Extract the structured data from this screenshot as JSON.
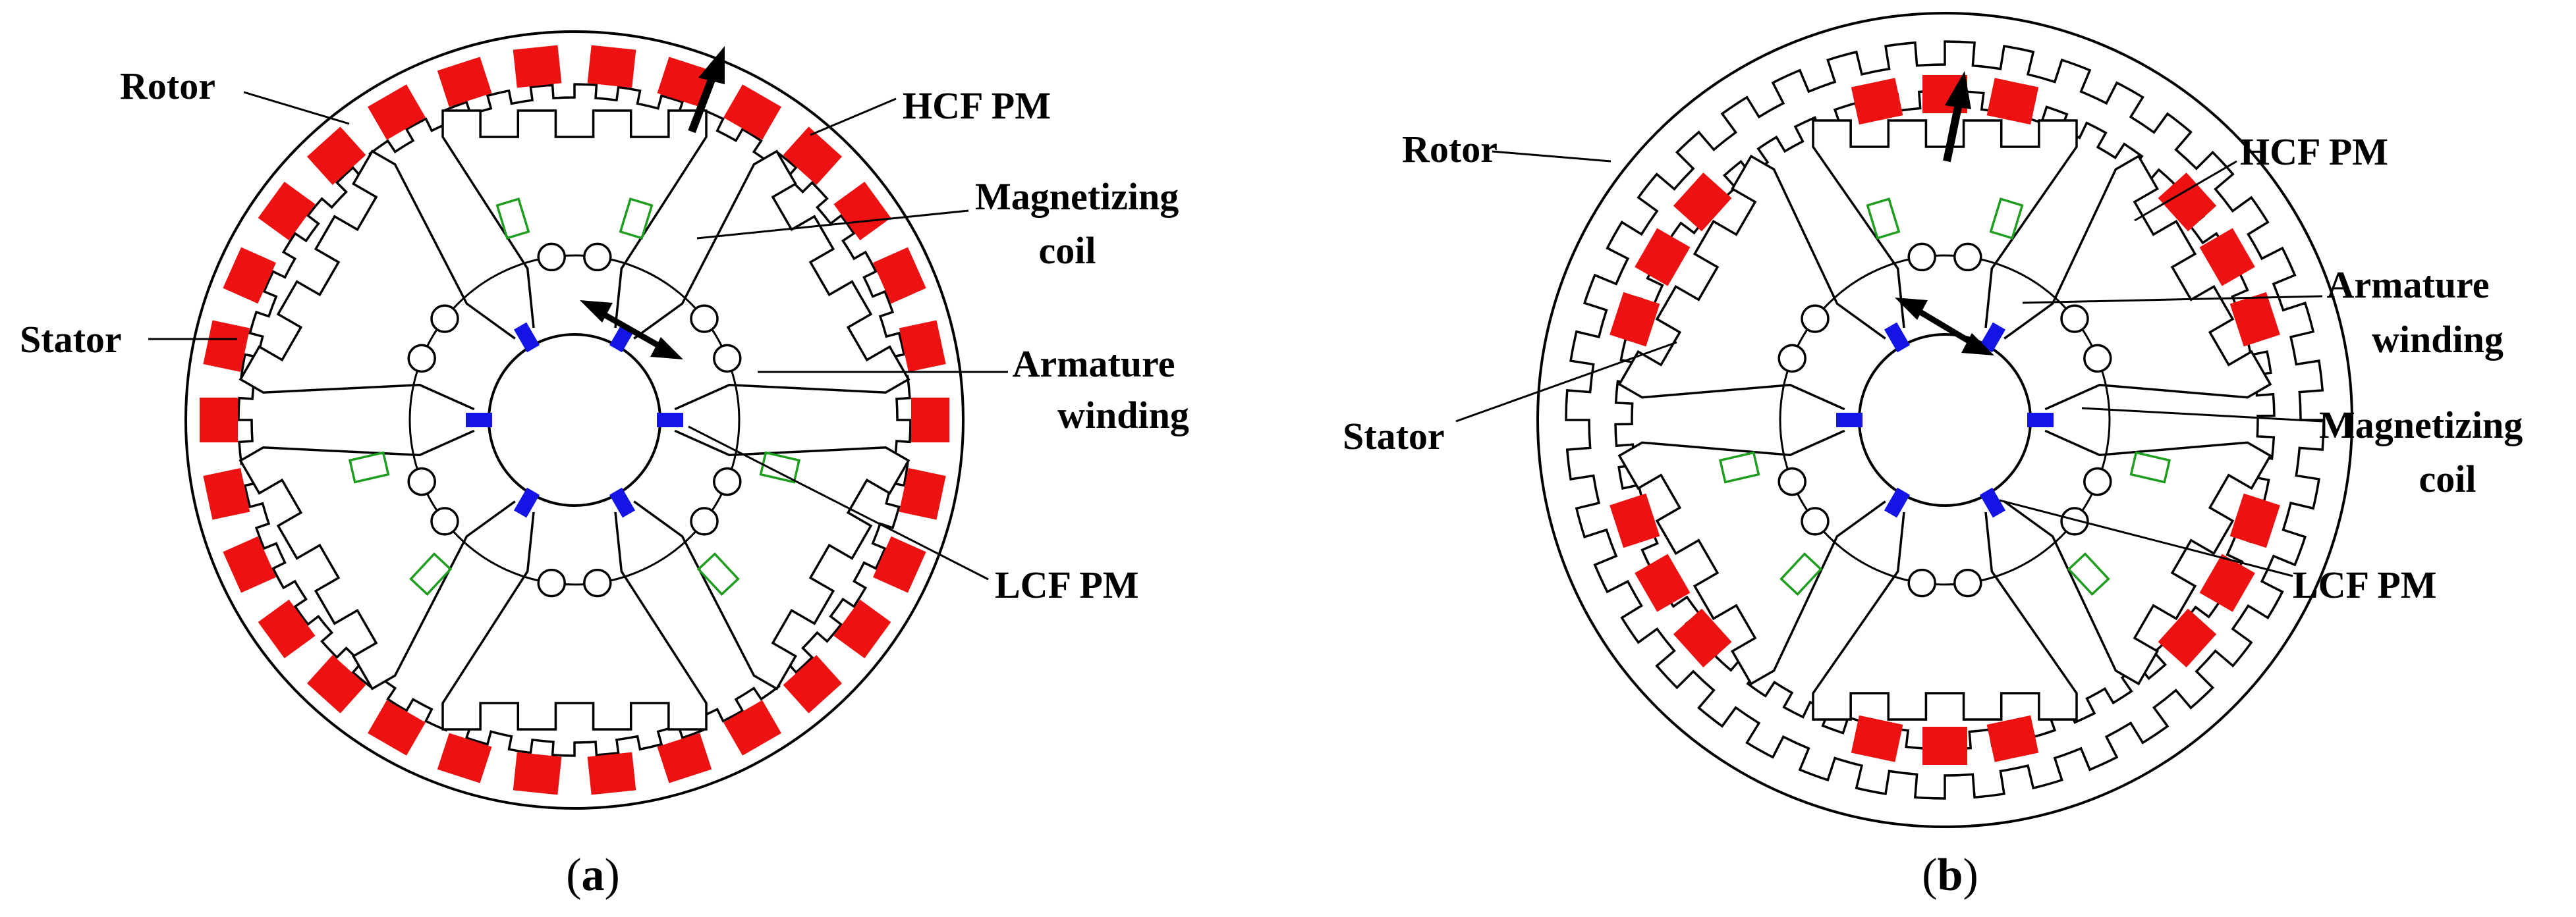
{
  "colors": {
    "hcf_pm": "#ee1111",
    "lcf_pm": "#1414e6",
    "magnetizing_coil": "#1e9e1e",
    "line": "#000000",
    "background": "#ffffff"
  },
  "panels": [
    {
      "id": "a",
      "caption_open": "(",
      "caption_letter": "a",
      "caption_close": ")",
      "labels": {
        "rotor": "Rotor",
        "hcf_pm": "HCF PM",
        "magnetizing_coil_line1": "Magnetizing",
        "magnetizing_coil_line2": "coil",
        "stator": "Stator",
        "armature_winding_line1": "Armature",
        "armature_winding_line2": "winding",
        "lcf_pm": "LCF PM"
      }
    },
    {
      "id": "b",
      "caption_open": "(",
      "caption_letter": "b",
      "caption_close": ")",
      "labels": {
        "rotor": "Rotor",
        "hcf_pm": "HCF PM",
        "armature_winding_line1": "Armature",
        "armature_winding_line2": "winding",
        "stator": "Stator",
        "magnetizing_coil_line1": "Magnetizing",
        "magnetizing_coil_line2": "coil",
        "lcf_pm": "LCF PM"
      }
    }
  ]
}
